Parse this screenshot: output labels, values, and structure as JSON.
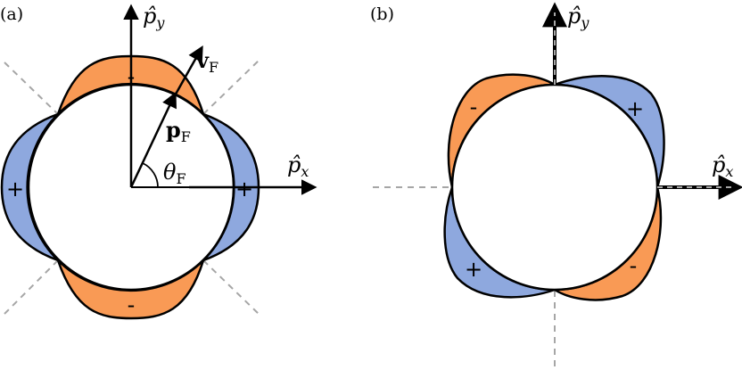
{
  "panels": [
    {
      "label": "(a)",
      "axis_x": "p̂",
      "axis_x_sub": "x",
      "axis_y": "p̂",
      "axis_y_sub": "y",
      "vector_v": "v",
      "vector_v_sub": "F",
      "vector_p": "p",
      "vector_p_sub": "F",
      "angle": "θ",
      "angle_sub": "F",
      "signs": {
        "top": "-",
        "bottom": "-",
        "left": "+",
        "right": "+"
      }
    },
    {
      "label": "(b)",
      "axis_x": "p̂",
      "axis_x_sub": "x",
      "axis_y": "p̂",
      "axis_y_sub": "y",
      "signs": {
        "top_left": "-",
        "top_right": "+",
        "bottom_left": "+",
        "bottom_right": "-"
      }
    }
  ],
  "colors": {
    "orange": "#f99a55",
    "blue": "#8ea8de",
    "dash": "#a6a6a6"
  }
}
